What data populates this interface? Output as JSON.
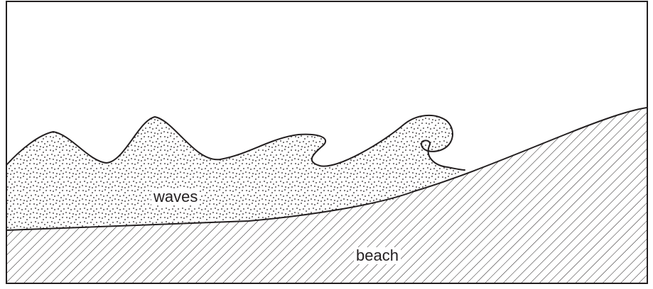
{
  "labels": {
    "waves": "waves",
    "beach": "beach"
  },
  "colors": {
    "outline": "#231f20",
    "hatch": "#231f20",
    "stipple": "#231f20",
    "background": "#ffffff"
  },
  "fills": {
    "waves_region": "stippled",
    "beach_region": "diagonal-hatch"
  }
}
